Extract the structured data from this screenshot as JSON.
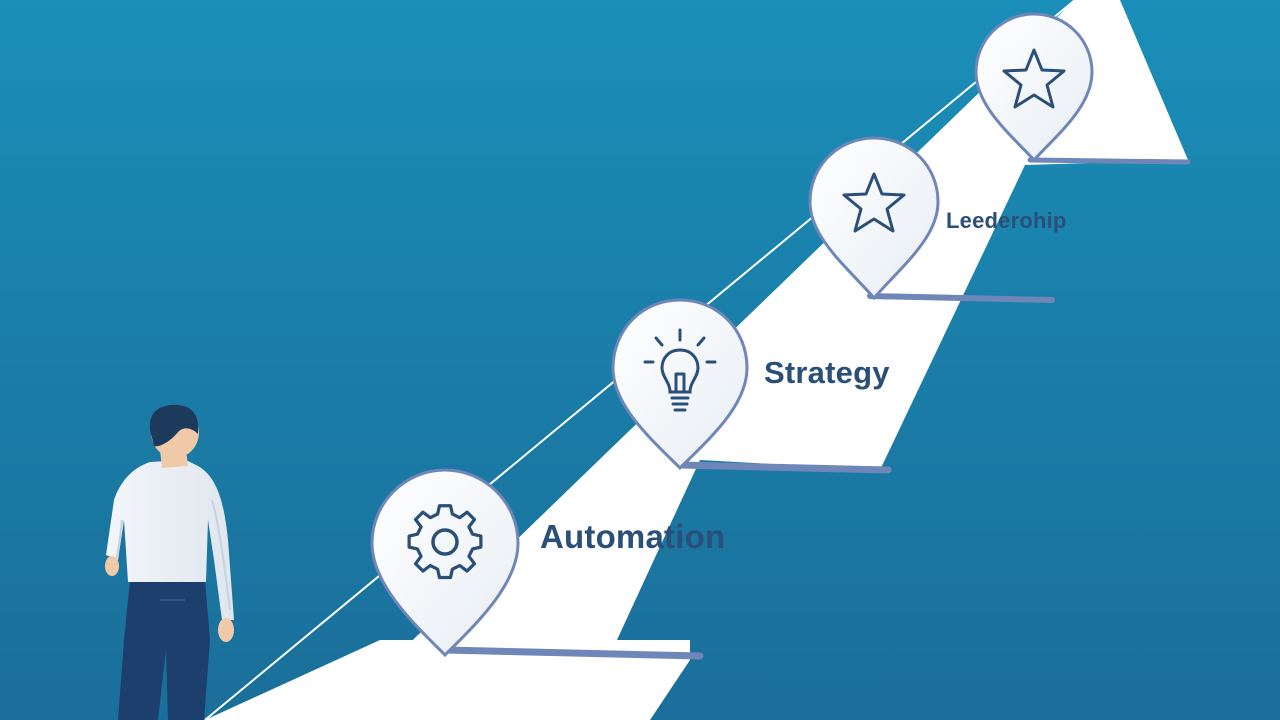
{
  "scene": {
    "background_colors": [
      "#1a8fb9",
      "#1a6f9a"
    ],
    "path_color": "#ffffff",
    "accent_color": "#2a4f78",
    "steps": [
      {
        "label": "Automation",
        "icon": "gear-icon"
      },
      {
        "label": "Strategy",
        "icon": "lightbulb-icon"
      },
      {
        "label": "Leederohip",
        "icon": "star-icon"
      },
      {
        "label": "",
        "icon": "star-icon"
      }
    ]
  }
}
